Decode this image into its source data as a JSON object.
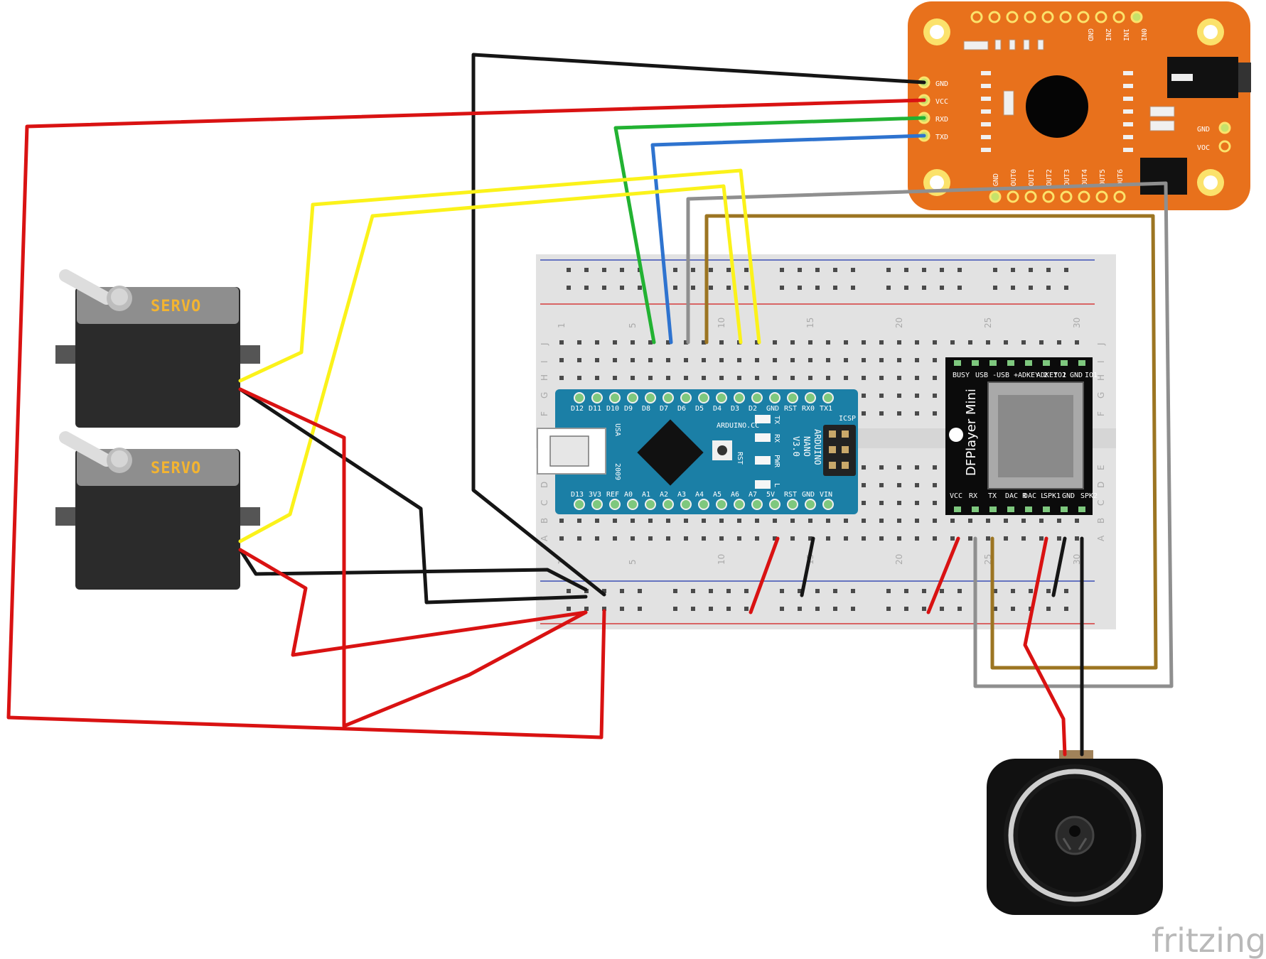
{
  "watermark": "fritzing",
  "servos": [
    {
      "label": "SERVO"
    },
    {
      "label": "SERVO"
    }
  ],
  "voice_module": {
    "left_pins": [
      "GND",
      "VCC",
      "RXD",
      "TXD"
    ],
    "right_pins": [
      "GND",
      "VOC"
    ],
    "top_pins": [
      "GND",
      "2NI",
      "1NI",
      "0NI"
    ],
    "bottom_pins": [
      "GND",
      "OUT0",
      "OUT1",
      "OUT2",
      "OUT3",
      "OUT4",
      "OUT5",
      "OUT6"
    ]
  },
  "arduino": {
    "top_pins": [
      "D12",
      "D11",
      "D10",
      "D9",
      "D8",
      "D7",
      "D6",
      "D5",
      "D4",
      "D3",
      "D2",
      "GND",
      "RST",
      "RX0",
      "TX1"
    ],
    "bottom_pins": [
      "D13",
      "3V3",
      "REF",
      "A0",
      "A1",
      "A2",
      "A3",
      "A4",
      "A5",
      "A6",
      "A7",
      "5V",
      "RST",
      "GND",
      "VIN"
    ],
    "name_lines": [
      "ARDUINO",
      "NANO",
      "V3.0"
    ],
    "brand": "ARDUINO.CC",
    "leds": [
      "TX",
      "RX",
      "PWR",
      "L"
    ],
    "rst_label": "RST",
    "icsp_label": "ICSP",
    "side_text": [
      "USA",
      "2009"
    ]
  },
  "dfplayer": {
    "title": "DFPlayer Mini",
    "top_pins": [
      "BUSY",
      "USB -",
      "USB +",
      "ADKEY 2",
      "ADKEY 1",
      "IO2",
      "GND",
      "IO1"
    ],
    "bottom_pins": [
      "VCC",
      "RX",
      "TX",
      "DAC R",
      "DAC L",
      "SPK1",
      "GND",
      "SPK2"
    ]
  },
  "breadboard": {
    "column_numbers": [
      "1",
      "5",
      "10",
      "15",
      "20",
      "25",
      "30"
    ],
    "row_letters_top": [
      "J",
      "I",
      "H",
      "G",
      "F"
    ],
    "row_letters_bottom": [
      "E",
      "D",
      "C",
      "B",
      "A"
    ]
  },
  "colors": {
    "red": "#d91212",
    "black": "#151515",
    "yellow": "#fbf21a",
    "green": "#22b232",
    "blue": "#2e73cf",
    "gray": "#8f8f8f",
    "brown": "#9c7522",
    "module_orange": "#e8711c",
    "arduino_blue": "#1b7fa6",
    "breadboard": "#e2e2e2"
  }
}
